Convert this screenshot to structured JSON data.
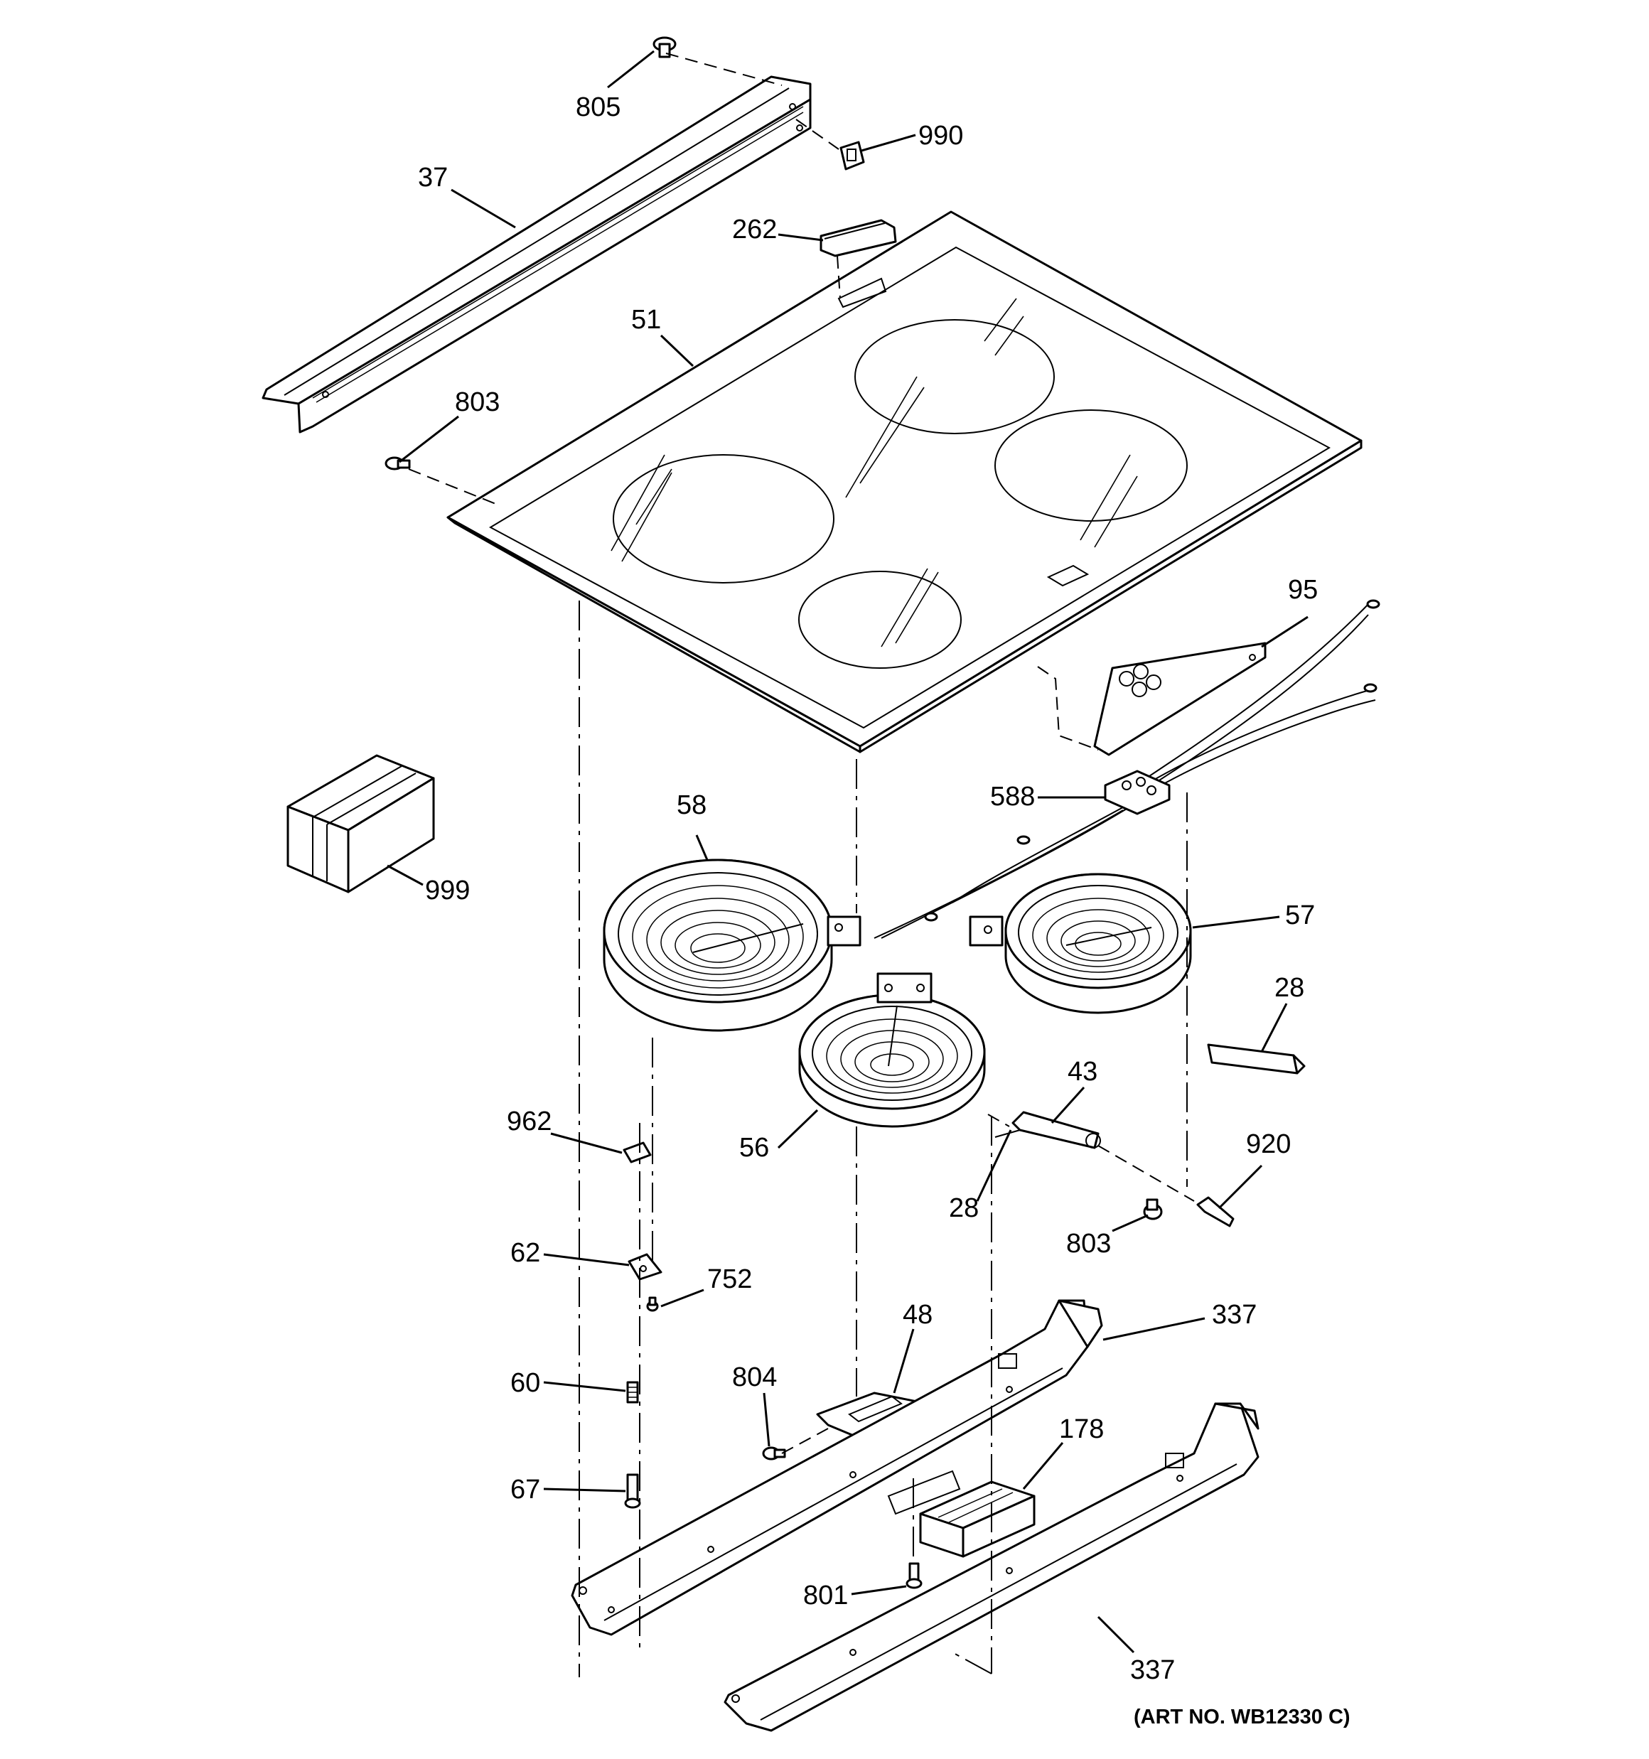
{
  "diagram": {
    "art_number": "(ART NO. WB12330 C)",
    "callouts": {
      "c805": "805",
      "c990": "990",
      "c37": "37",
      "c262": "262",
      "c51": "51",
      "c803a": "803",
      "c95": "95",
      "c588": "588",
      "c58": "58",
      "c999": "999",
      "c57": "57",
      "c28a": "28",
      "c43": "43",
      "c962": "962",
      "c56": "56",
      "c920": "920",
      "c28b": "28",
      "c803b": "803",
      "c62": "62",
      "c752": "752",
      "c48": "48",
      "c337a": "337",
      "c804": "804",
      "c60": "60",
      "c178": "178",
      "c67": "67",
      "c801": "801",
      "c337b": "337"
    }
  }
}
